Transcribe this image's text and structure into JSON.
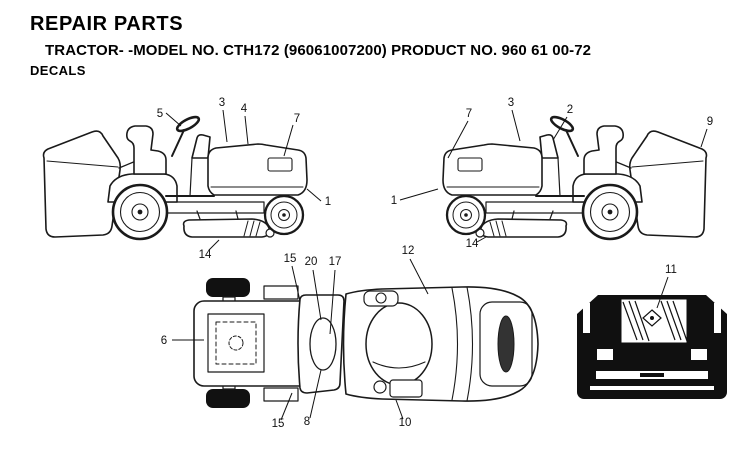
{
  "header": {
    "title": "REPAIR PARTS",
    "subtitle": "TRACTOR- -MODEL NO. CTH172 (96061007200) PRODUCT NO. 960 61 00-72",
    "section": "DECALS"
  },
  "colors": {
    "ink": "#1a1a1a",
    "background": "#ffffff",
    "rear_panel": "#101010"
  },
  "callouts": {
    "left": [
      "5",
      "3",
      "4",
      "7",
      "1",
      "14"
    ],
    "right": [
      "7",
      "3",
      "2",
      "9",
      "1",
      "14"
    ],
    "top": [
      "15",
      "20",
      "17",
      "12",
      "6",
      "15",
      "8",
      "10"
    ],
    "rear": [
      "11"
    ]
  }
}
